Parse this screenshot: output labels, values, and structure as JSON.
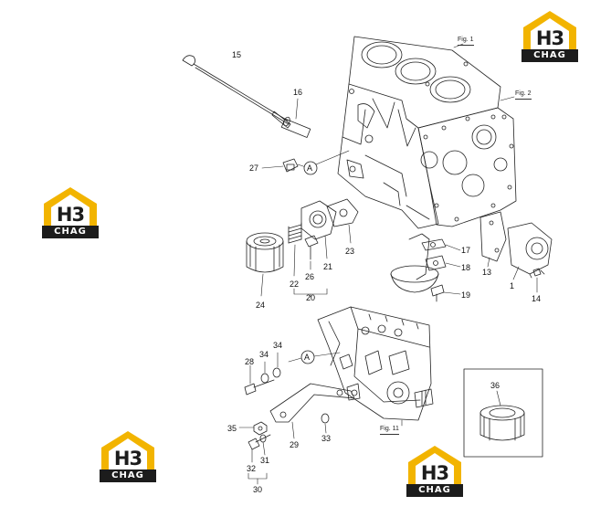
{
  "figure_labels": {
    "fig1": "Fig. 1",
    "fig2": "Fig. 2",
    "fig11": "Fig. 11"
  },
  "callouts": {
    "p1": "1",
    "p13": "13",
    "p14": "14",
    "p15": "15",
    "p16": "16",
    "p17": "17",
    "p18": "18",
    "p19": "19",
    "p20": "20",
    "p21": "21",
    "p22": "22",
    "p23": "23",
    "p24": "24",
    "p26": "26",
    "p27": "27",
    "p28": "28",
    "p29": "29",
    "p30": "30",
    "p31": "31",
    "p32": "32",
    "p33": "33",
    "p34a": "34",
    "p34b": "34",
    "p35": "35",
    "p36": "36"
  },
  "ref_markers": {
    "a1": "A",
    "a2": "A"
  },
  "watermark": {
    "mark_text": "H3",
    "bar_text": "CHAG",
    "colors": {
      "yellow": "#f2b400",
      "dark": "#1c1c1c"
    }
  }
}
